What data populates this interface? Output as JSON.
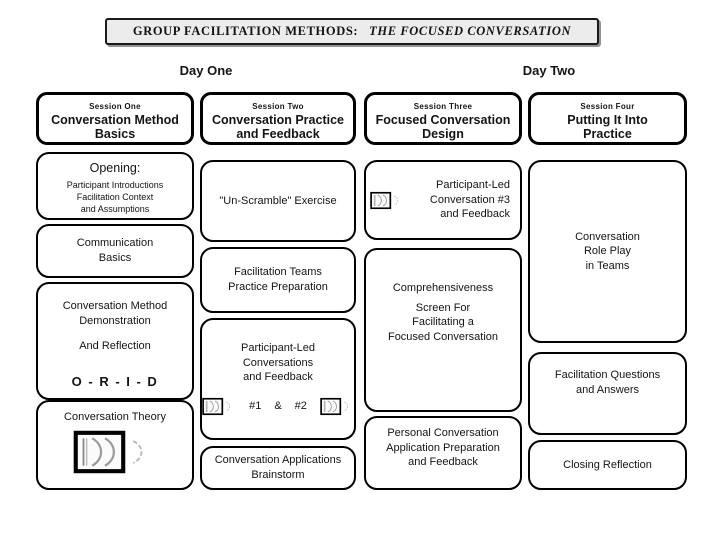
{
  "title": {
    "prefix": "GROUP FACILITATION METHODS:",
    "emphasis": "THE FOCUSED CONVERSATION"
  },
  "days": {
    "one": "Day One",
    "two": "Day Two"
  },
  "sessions": [
    {
      "label": "Session One",
      "line1": "Conversation Method",
      "line2": "Basics"
    },
    {
      "label": "Session Two",
      "line1": "Conversation Practice",
      "line2": "and Feedback"
    },
    {
      "label": "Session Three",
      "line1": "Focused Conversation",
      "line2": "Design"
    },
    {
      "label": "Session Four",
      "line1": "Putting It Into",
      "line2": "Practice"
    }
  ],
  "col1": {
    "opening": {
      "heading": "Opening:",
      "lines": [
        "Participant Introductions",
        "Facilitation Context",
        "and Assumptions"
      ]
    },
    "communication": {
      "lines": [
        "Communication",
        "Basics"
      ]
    },
    "demonstration": {
      "lines": [
        "Conversation Method",
        "Demonstration"
      ],
      "reflection": "And Reflection",
      "orid": "O - R - I - D"
    },
    "theory": {
      "line": "Conversation Theory"
    }
  },
  "col2": {
    "unscramble": {
      "line": "\"Un-Scramble\" Exercise"
    },
    "teams": {
      "lines": [
        "Facilitation Teams",
        "Practice Preparation"
      ]
    },
    "participant_led": {
      "lines": [
        "Participant-Led",
        "Conversations",
        "and Feedback"
      ],
      "tag1": "#1",
      "amp": "&",
      "tag2": "#2"
    },
    "brainstorm": {
      "lines": [
        "Conversation Applications",
        "Brainstorm"
      ]
    }
  },
  "col3": {
    "conversation3": {
      "lines": [
        "Participant-Led",
        "Conversation #3",
        "and Feedback"
      ]
    },
    "screen": {
      "heading": "Comprehensiveness",
      "lines": [
        "Screen For",
        "Facilitating a",
        "Focused Conversation"
      ]
    },
    "personal": {
      "lines": [
        "Personal Conversation",
        "Application Preparation",
        "and Feedback"
      ]
    }
  },
  "col4": {
    "roleplay": {
      "lines": [
        "Conversation",
        "Role Play",
        "in Teams"
      ]
    },
    "qa": {
      "lines": [
        "Facilitation Questions",
        "and Answers"
      ]
    },
    "closing": {
      "line": "Closing Reflection"
    }
  },
  "icons": {
    "logo": "conversation-arcs-logo"
  },
  "colors": {
    "title_bar_bg": "#ececec",
    "box_border": "#000000",
    "arc_gray": "#9a9a9a",
    "arc_light": "#b9b9b9"
  }
}
